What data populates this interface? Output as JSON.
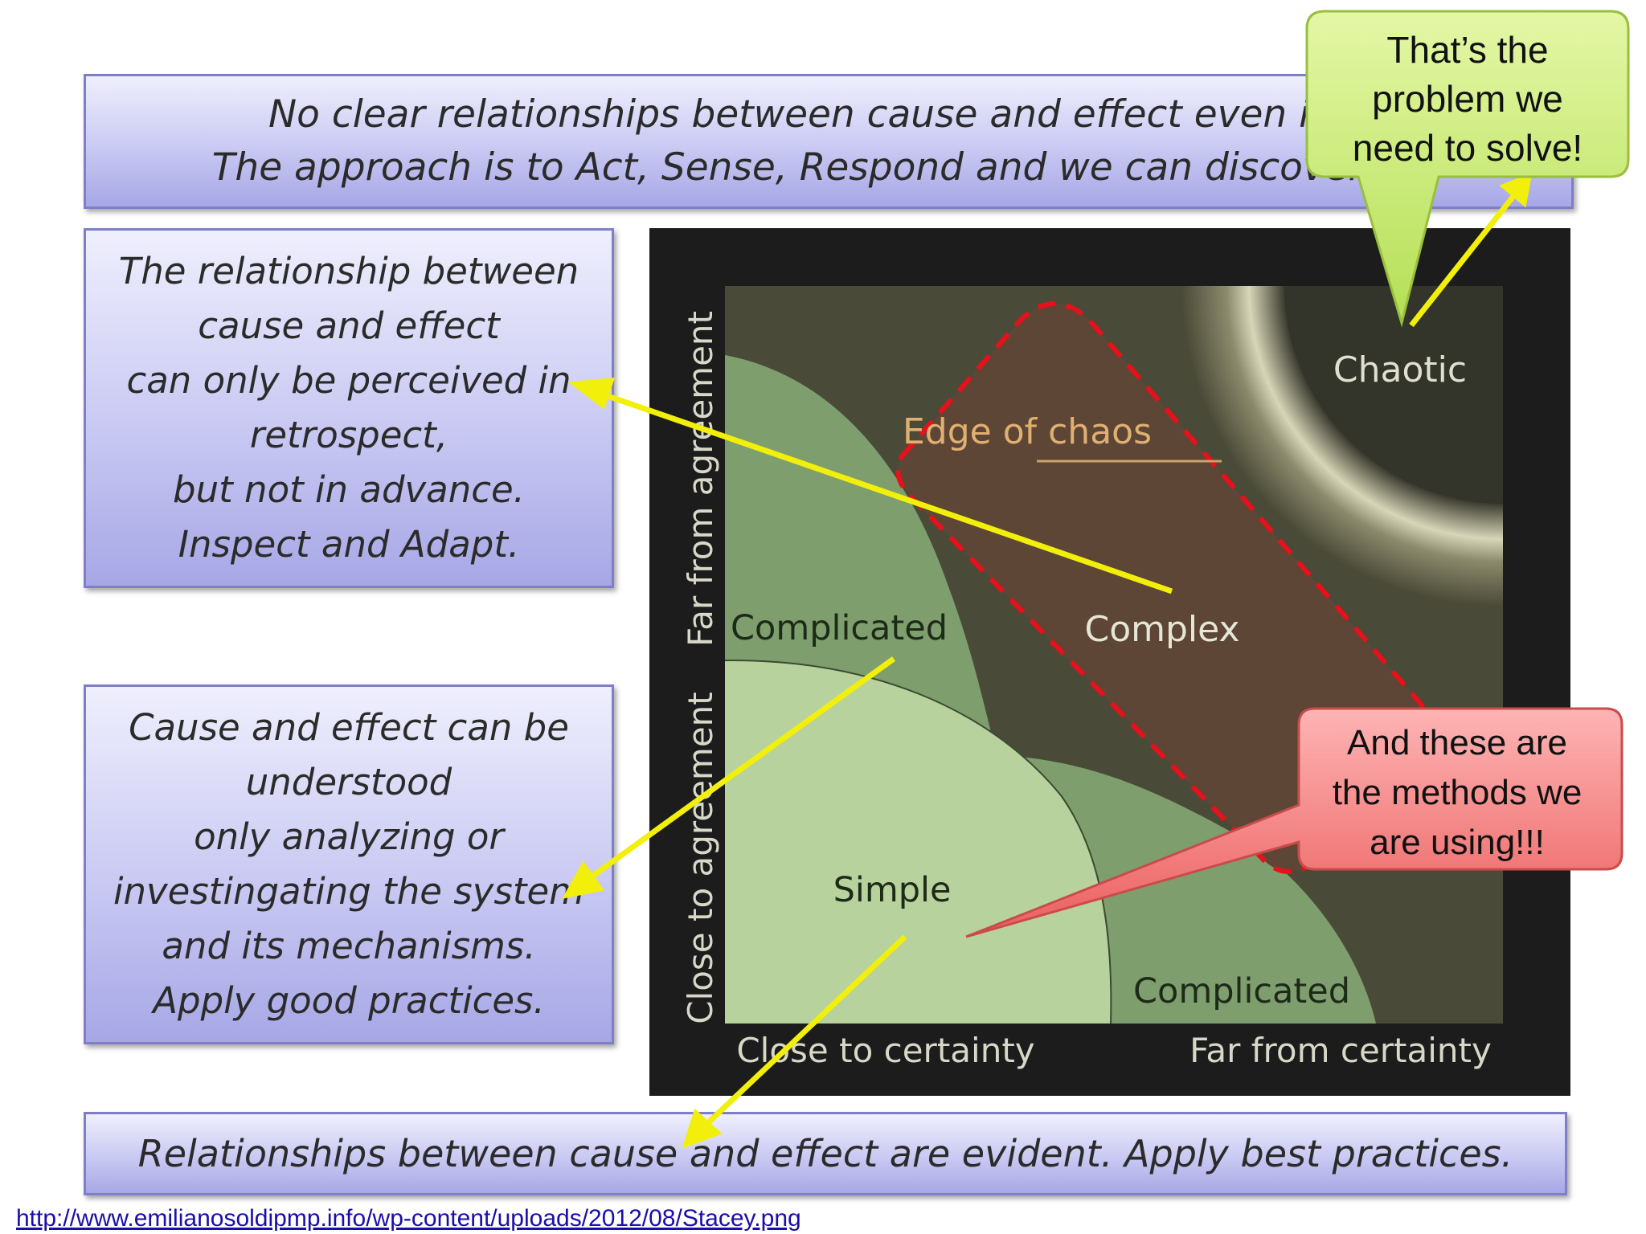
{
  "top_box": {
    "lines": [
      "No clear relationships between cause and effect even if ins",
      "The approach is to Act, Sense, Respond and we can discover nov"
    ]
  },
  "retrospect_box": {
    "lines": [
      "The relationship between",
      "cause and effect",
      "can only be perceived in",
      "retrospect,",
      "but not in advance.",
      "Inspect and Adapt."
    ]
  },
  "analyze_box": {
    "lines": [
      "Cause and effect  can be",
      "understood",
      "only analyzing or",
      "investingating the system",
      "and its mechanisms.",
      "Apply good practices."
    ]
  },
  "bottom_box": {
    "text": "Relationships between cause and effect are evident. Apply best practices."
  },
  "stacey": {
    "regions": {
      "chaotic": "Chaotic",
      "edge": "Edge of chaos",
      "complex": "Complex",
      "complicated_upper": "Complicated",
      "complicated_lower": "Complicated",
      "simple": "Simple"
    },
    "axes": {
      "y_far": "Far from agreement",
      "y_close": "Close to agreement",
      "x_close": "Close to certainty",
      "x_far": "Far from certainty"
    },
    "colors": {
      "frame": "#1c1c1c",
      "chaotic": "#33342a",
      "complex": "#4a4a38",
      "complicated": "#7e9e6e",
      "simple": "#b8d29e",
      "edge_fill": "#5e4636",
      "dashed": "#e8101a",
      "arrow": "#f2ef0a"
    }
  },
  "callout_green": {
    "lines": [
      "That’s the",
      "problem we",
      "need to solve!"
    ],
    "color": "#c6ea6a"
  },
  "callout_red": {
    "lines": [
      "And these are",
      "the methods we",
      "are using!!!"
    ],
    "color": "#f26f6f"
  },
  "source": {
    "url": "http://www.emilianosoldipmp.info/wp-content/uploads/2012/08/Stacey.png"
  }
}
